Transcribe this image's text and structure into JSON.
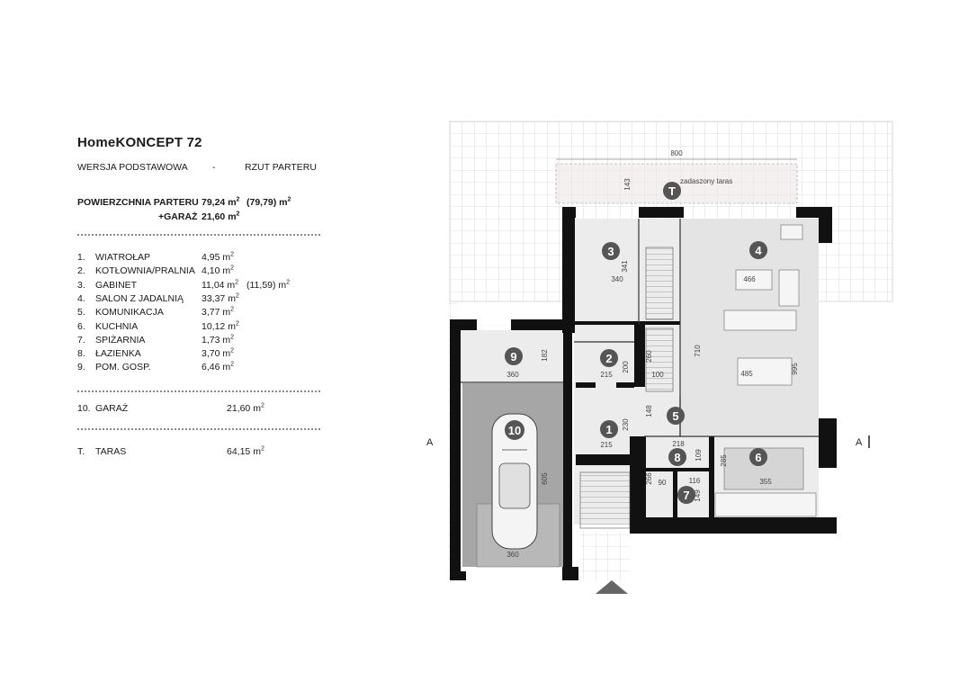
{
  "header": {
    "title": "HomeKONCEPT 72",
    "version": "WERSJA PODSTAWOWA",
    "dash": "-",
    "view": "RZUT PARTERU"
  },
  "summary": {
    "floor_label": "POWIERZCHNIA PARTERU",
    "floor_value": "79,24 m",
    "floor_alt": "(79,79) m",
    "garage_label": "+GARAŻ",
    "garage_value": "21,60 m"
  },
  "rooms": [
    {
      "num": "1.",
      "name": "WIATROŁAP",
      "area": "4,95 m",
      "alt": ""
    },
    {
      "num": "2.",
      "name": "KOTŁOWNIA/PRALNIA",
      "area": "4,10 m",
      "alt": ""
    },
    {
      "num": "3.",
      "name": "GABINET",
      "area": "11,04 m",
      "alt": "(11,59) m"
    },
    {
      "num": "4.",
      "name": "SALON Z JADALNIĄ",
      "area": "33,37 m",
      "alt": ""
    },
    {
      "num": "5.",
      "name": "KOMUNIKACJA",
      "area": "3,77 m",
      "alt": ""
    },
    {
      "num": "6.",
      "name": "KUCHNIA",
      "area": "10,12 m",
      "alt": ""
    },
    {
      "num": "7.",
      "name": "SPIŻARNIA",
      "area": "1,73 m",
      "alt": ""
    },
    {
      "num": "8.",
      "name": "ŁAZIENKA",
      "area": "3,70 m",
      "alt": ""
    },
    {
      "num": "9.",
      "name": "POM. GOSP.",
      "area": "6,46 m",
      "alt": ""
    }
  ],
  "garage_row": {
    "num": "10.",
    "name": "GARAŻ",
    "area": "21,60 m"
  },
  "terrace_row": {
    "num": "T.",
    "name": "TARAS",
    "area": "64,15 m"
  },
  "plan": {
    "section_left": "A",
    "section_right": "A",
    "terrace_label": "zadaszony taras",
    "badges": {
      "b1": "1",
      "b2": "2",
      "b3": "3",
      "b4": "4",
      "b5": "5",
      "b6": "6",
      "b7": "7",
      "b8": "8",
      "b9": "9",
      "b10": "10",
      "bT": "T"
    },
    "dims": {
      "d800": "800",
      "d143": "143",
      "d341": "341",
      "d340": "340",
      "d466": "466",
      "d710": "710",
      "d485": "485",
      "d995": "995",
      "d182": "182",
      "d360a": "360",
      "d200": "200",
      "d215a": "215",
      "d260": "260",
      "d100": "100",
      "d230": "230",
      "d148": "148",
      "d215b": "215",
      "d218": "218",
      "d109": "109",
      "d285": "285",
      "d355": "355",
      "d266": "266",
      "d90": "90",
      "d116": "116",
      "d149": "149",
      "d605": "605",
      "d360b": "360"
    },
    "colors": {
      "wall": "#111111",
      "badge": "#555555",
      "garage_floor": "#a6a6a6",
      "room_fill": "#e9e9e9",
      "grid": "#bfbfbf"
    }
  }
}
